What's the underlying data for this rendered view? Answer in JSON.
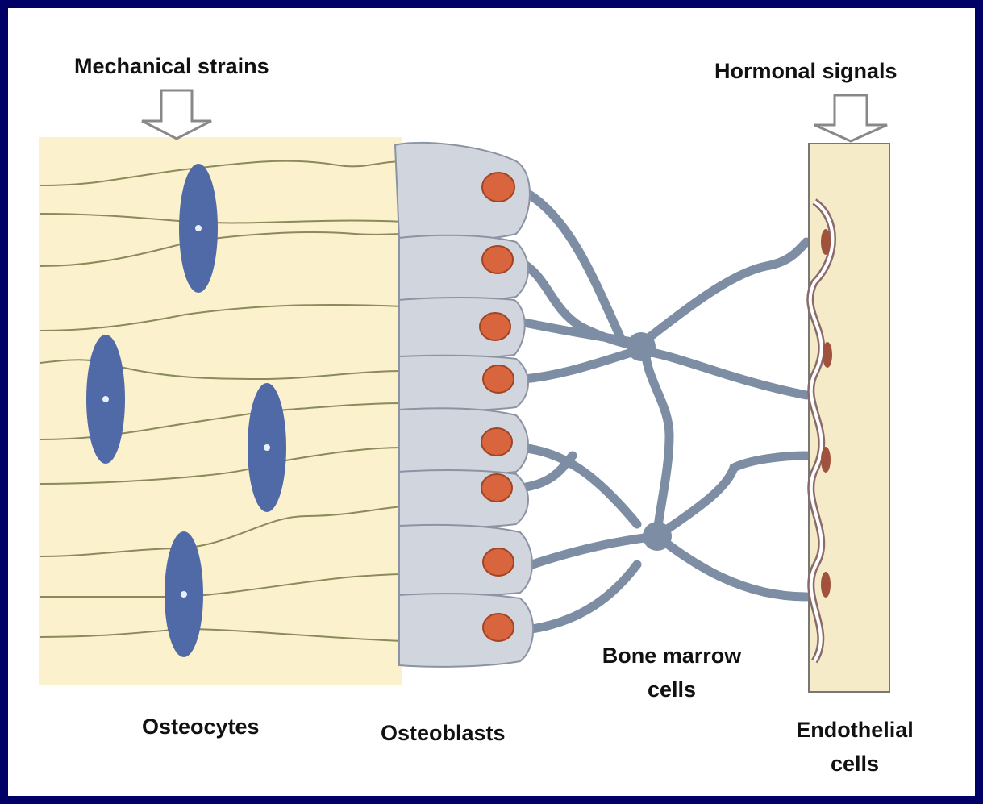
{
  "labels": {
    "mechanical_strains": "Mechanical strains",
    "hormonal_signals": "Hormonal signals",
    "osteocytes": "Osteocytes",
    "osteoblasts": "Osteoblasts",
    "bone_marrow_line1": "Bone marrow",
    "bone_marrow_line2": "cells",
    "endothelial_line1": "Endothelial",
    "endothelial_line2": "cells"
  },
  "colors": {
    "border": "#000066",
    "bone_matrix": "#fbf1cd",
    "osteocyte": "#4f6aa6",
    "osteoblast": "#d0d5de",
    "nucleus": "#d9653f",
    "process": "#7d8da3",
    "endothelial_panel": "#f5ebc8",
    "arrow": "#888888"
  }
}
